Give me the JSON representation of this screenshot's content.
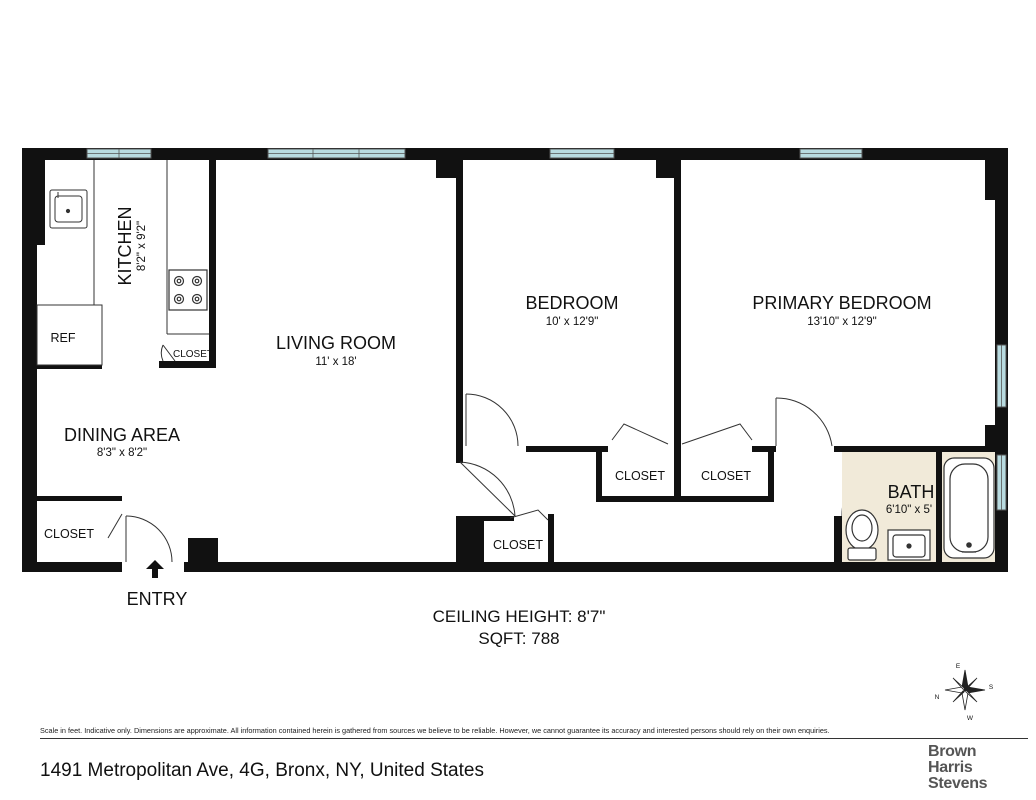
{
  "rooms": {
    "kitchen": {
      "name": "KITCHEN",
      "dims": "8'2\" x 9'2\""
    },
    "ref": {
      "name": "REF"
    },
    "kitchen_closet": {
      "name": "CLOSET"
    },
    "living_room": {
      "name": "LIVING ROOM",
      "dims": "11' x 18'"
    },
    "dining_area": {
      "name": "DINING AREA",
      "dims": "8'3\" x 8'2\""
    },
    "entry_closet": {
      "name": "CLOSET"
    },
    "entry": {
      "name": "ENTRY"
    },
    "hall_closet": {
      "name": "CLOSET"
    },
    "bedroom": {
      "name": "BEDROOM",
      "dims": "10' x 12'9\""
    },
    "bedroom_closet": {
      "name": "CLOSET"
    },
    "primary_bedroom": {
      "name": "PRIMARY BEDROOM",
      "dims": "13'10\" x 12'9\""
    },
    "primary_closet": {
      "name": "CLOSET"
    },
    "bath": {
      "name": "BATH",
      "dims": "6'10\" x 5'"
    }
  },
  "ceiling_height": "CEILING HEIGHT: 8'7\"",
  "sqft": "SQFT: 788",
  "compass": {
    "n": "N",
    "e": "E",
    "s": "S",
    "w": "W",
    "icon": "compass-rose-icon"
  },
  "disclaimer": "Scale in feet. Indicative only. Dimensions are approximate. All information contained herein is gathered from sources we believe to be reliable. However, we cannot guarantee its accuracy and interested persons should rely on their own enquiries.",
  "address": "1491 Metropolitan Ave, 4G, Bronx, NY, United States",
  "brand": {
    "line1": "Brown",
    "line2": "Harris",
    "line3": "Stevens"
  }
}
